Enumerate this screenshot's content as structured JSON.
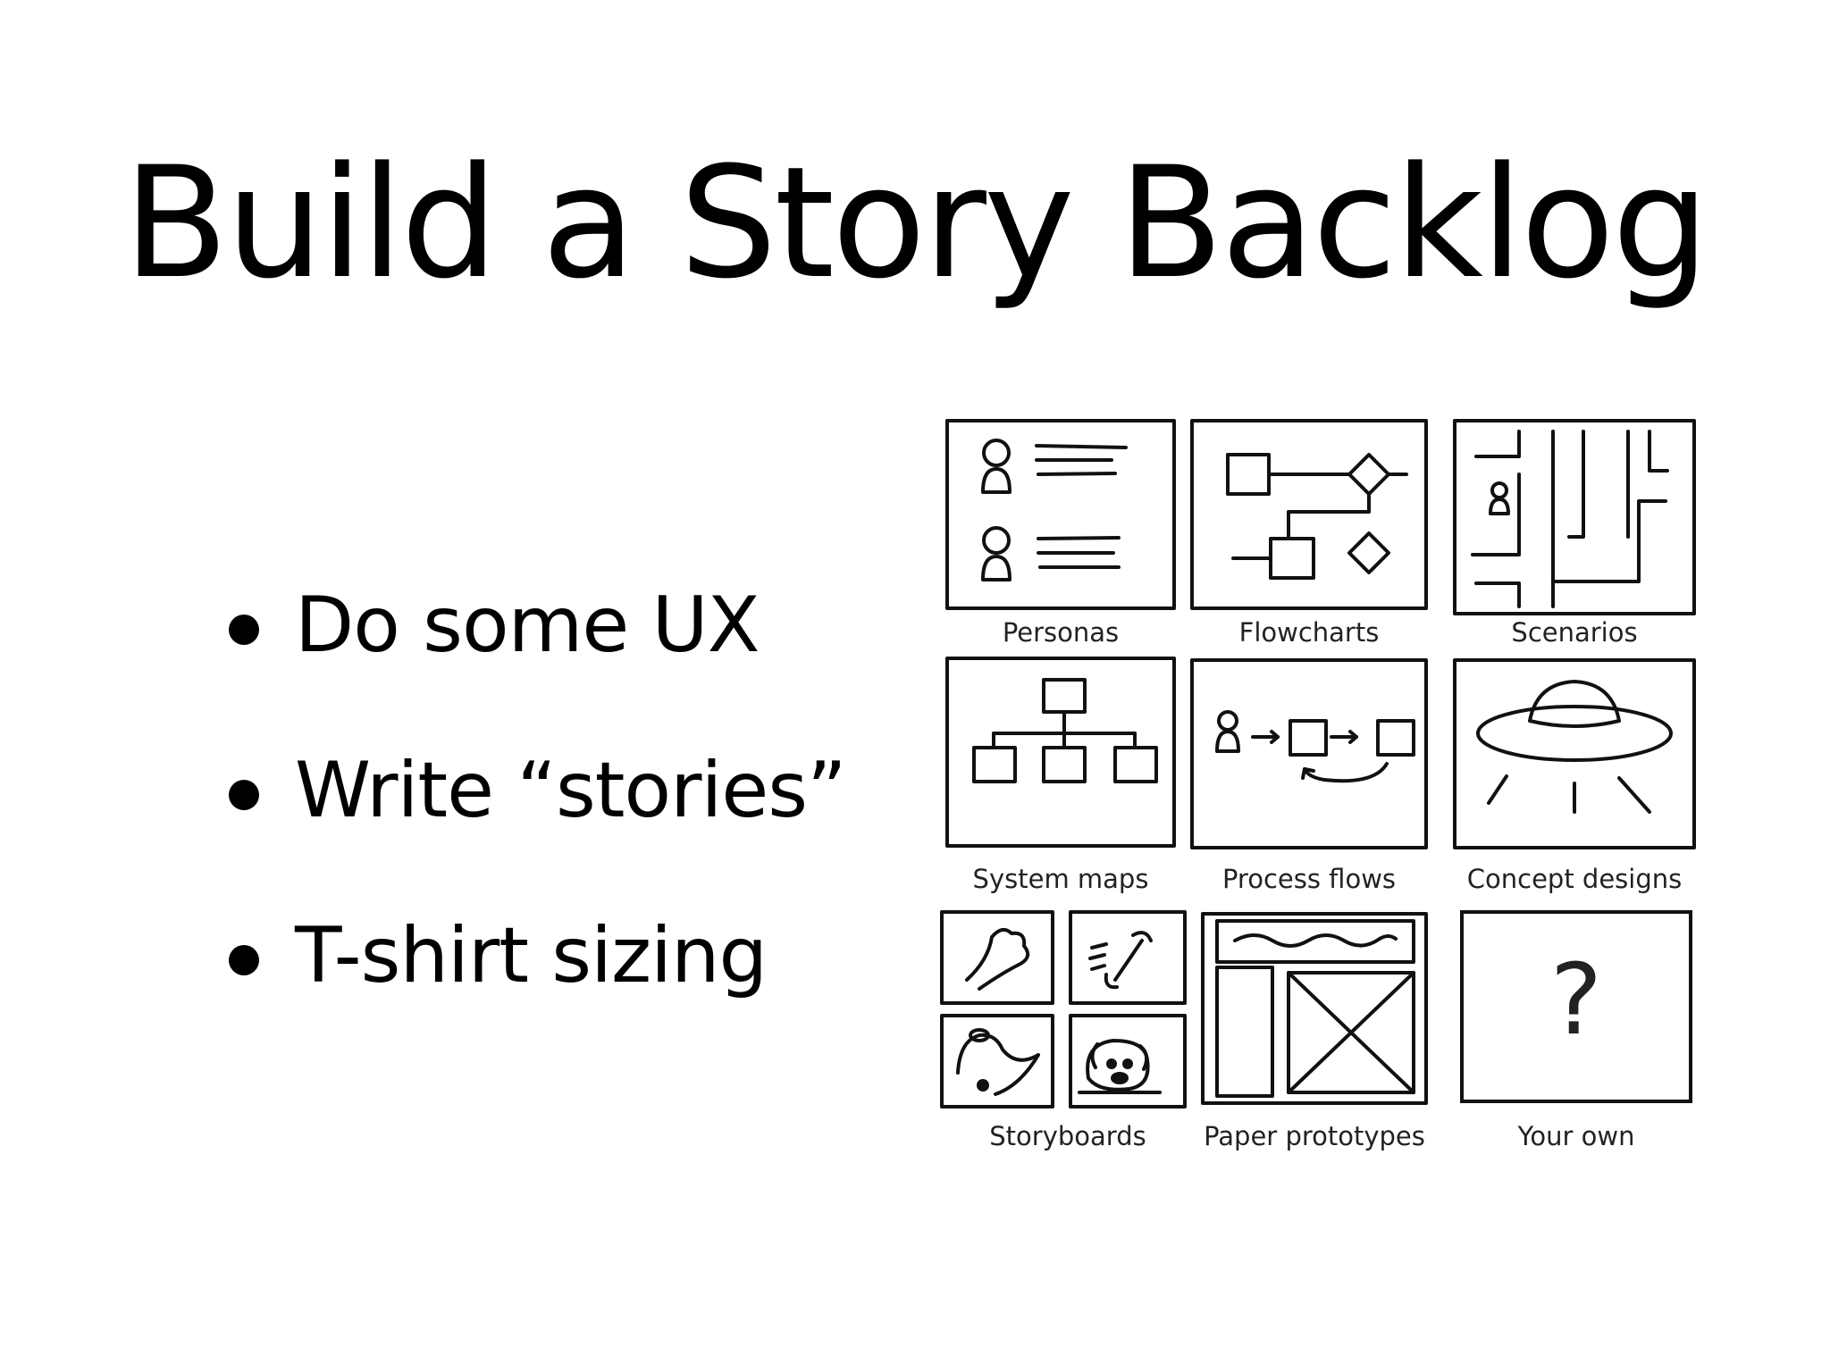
{
  "slide": {
    "title": "Build a Story Backlog",
    "bullets": [
      "Do some UX",
      "Write “stories”",
      "T-shirt sizing"
    ]
  },
  "figure": {
    "captions": [
      "Personas",
      "Flowcharts",
      "Scenarios",
      "System maps",
      "Process flows",
      "Concept designs",
      "Storyboards",
      "Paper prototypes",
      "Your own"
    ],
    "mystery_glyph": "?"
  }
}
